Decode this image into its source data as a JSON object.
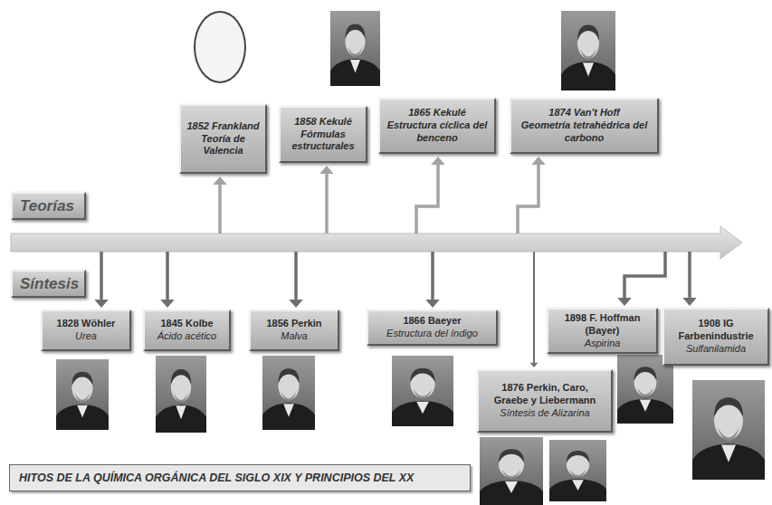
{
  "diagram": {
    "title": "HITOS DE LA QUÍMICA ORGÁNICA DEL SIGLO XIX Y PRINCIPIOS DEL XX",
    "nodes": [
      {
        "text": [
          "1852 Frankland",
          "Teoría de Valencia"
        ]
      },
      {
        "text": [
          "1858 Kekulé",
          "Fórmulas estructurales"
        ]
      },
      {
        "text": [
          "1865 Kekulé",
          "Estructura cíclica del benceno"
        ]
      },
      {
        "text": [
          "1874 Van't Hoff",
          "Geometría tetrahédrica del carbono"
        ]
      },
      {
        "text": [
          "Teorías"
        ]
      },
      {
        "text": [
          "Síntesis"
        ]
      },
      {
        "text": [
          "1828 Wöhler",
          "Urea"
        ]
      },
      {
        "text": [
          "1845 Kolbe",
          "Ácido acético"
        ]
      },
      {
        "text": [
          "1856 Perkin",
          "Malva"
        ]
      },
      {
        "text": [
          "1866 Baeyer",
          "Estructura del índigo"
        ]
      },
      {
        "text": [
          "1876 Perkin, Caro, Graebe y Liebermann",
          "Síntesis de Alizarina"
        ]
      },
      {
        "text": [
          "1898 F. Hoffman (Bayer)",
          "Aspirina"
        ]
      },
      {
        "text": [
          "1908 IG Farbenindustrie",
          "Sulfanilamida"
        ]
      }
    ]
  }
}
